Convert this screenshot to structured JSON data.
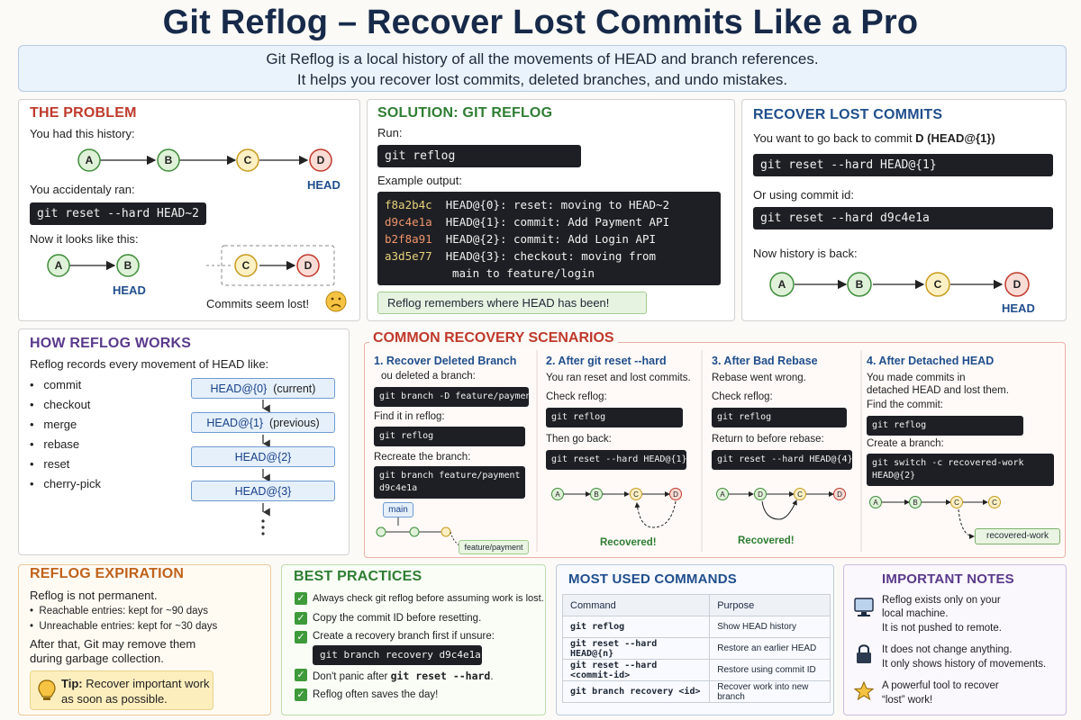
{
  "title": "Git Reflog – Recover Lost Commits Like a Pro",
  "intro": {
    "line1": "Git Reflog is a local history of all the movements of HEAD and branch references.",
    "line2": "It helps you recover lost commits, deleted branches, and undo mistakes."
  },
  "problem": {
    "heading": "THE PROBLEM",
    "had": "You had this history:",
    "ran": "You accidentaly ran:",
    "cmd": "git reset --hard HEAD~2",
    "now": "Now it looks like this:",
    "head": "HEAD",
    "lost": "Commits seem lost!",
    "nodes": [
      "A",
      "B",
      "C",
      "D"
    ]
  },
  "solution": {
    "heading": "SOLUTION: GIT REFLOG",
    "run": "Run:",
    "cmd": "git reflog",
    "example": "Example output:",
    "rows": [
      {
        "hash": "f8a2b4c",
        "text": "HEAD@{0}: reset: moving to HEAD~2"
      },
      {
        "hash": "d9c4e1a",
        "text": "HEAD@{1}: commit: Add Payment API"
      },
      {
        "hash": "b2f8a91",
        "text": "HEAD@{2}: commit: Add Login API"
      },
      {
        "hash": "a3d5e77",
        "text": "HEAD@{3}: checkout: moving from"
      }
    ],
    "cont": "main to feature/login",
    "note": "Reflog remembers where HEAD has been!"
  },
  "recover": {
    "heading": "RECOVER LOST COMMITS",
    "want_pre": "You want to go back to commit ",
    "want_bold": "D (HEAD@{1})",
    "cmd1": "git reset --hard HEAD@{1}",
    "or": "Or using commit id:",
    "cmd2": "git reset --hard d9c4e1a",
    "back": "Now history is back:",
    "head": "HEAD"
  },
  "how": {
    "heading": "HOW REFLOG WORKS",
    "intro": "Reflog records every movement of HEAD like:",
    "items": [
      "commit",
      "checkout",
      "merge",
      "rebase",
      "reset",
      "cherry-pick"
    ],
    "refs": [
      "HEAD@{0}",
      "HEAD@{1}",
      "HEAD@{2}",
      "HEAD@{3}"
    ],
    "current": "(current)",
    "previous": "(previous)"
  },
  "scenarios": {
    "heading": "COMMON RECOVERY SCENARIOS",
    "s1": {
      "title": "1. Recover Deleted Branch",
      "sub": "ou deleted a branch:",
      "cmd1": "git branch -D feature/payment",
      "find": "Find it in reflog:",
      "cmd2": "git reflog",
      "recreate": "Recreate the branch:",
      "cmd3": "git branch feature/payment\nd9c4e1a",
      "main": "main",
      "branch": "feature/payment"
    },
    "s2": {
      "title": "2. After git reset --hard",
      "sub": "You ran reset and lost commits.",
      "check": "Check reflog:",
      "cmd1": "git reflog",
      "then": "Then go back:",
      "cmd2": "git reset --hard HEAD@{1}",
      "recovered": "Recovered!"
    },
    "s3": {
      "title": "3. After Bad Rebase",
      "sub": "Rebase went wrong.",
      "check": "Check reflog:",
      "cmd1": "git reflog",
      "ret": "Return to before rebase:",
      "cmd2": "git reset --hard HEAD@{4}",
      "recovered": "Recovered!"
    },
    "s4": {
      "title": "4. After Detached HEAD",
      "sub1": "You made commits in",
      "sub2": "detached HEAD and lost them.",
      "find": "Find the commit:",
      "cmd1": "git reflog",
      "create": "Create a branch:",
      "cmd2": "git switch -c recovered-work\nHEAD@{2}",
      "branch": "recovered-work"
    }
  },
  "expiration": {
    "heading": "REFLOG EXPIRATION",
    "line1": "Reflog is not permanent.",
    "b1": "Reachable entries: kept for ~90 days",
    "b2": "Unreachable entries: kept for ~30 days",
    "after1": "After that, Git may remove them",
    "after2": "during garbage collection.",
    "tip_label": "Tip:",
    "tip1": "Recover important work",
    "tip2": "as soon as possible."
  },
  "best": {
    "heading": "BEST PRACTICES",
    "items": [
      "Always check git reflog before assuming work is lost.",
      "Copy the commit ID before resetting.",
      "Create a recovery branch first if unsure:"
    ],
    "cmd": "git branch recovery d9c4e1a",
    "item4_pre": "Don't panic after ",
    "item4_code": "git reset --hard",
    "item4_post": ".",
    "item5": "Reflog often saves the day!"
  },
  "commands": {
    "heading": "MOST USED COMMANDS",
    "col1": "Command",
    "col2": "Purpose",
    "rows": [
      {
        "c": "git reflog",
        "p": "Show HEAD history"
      },
      {
        "c": "git reset --hard HEAD@{n}",
        "p": "Restore an earlier HEAD"
      },
      {
        "c": "git reset --hard <commit-id>",
        "p": "Restore using commit ID"
      },
      {
        "c": "git branch recovery <id>",
        "p": "Recover work into new branch"
      }
    ]
  },
  "notes": {
    "heading": "IMPORTANT NOTES",
    "n1a": "Reflog exists only on your",
    "n1b": "local machine.",
    "n1c": "It is not pushed to remote.",
    "n2a": "It does not change anything.",
    "n2b": "It only shows history of movements.",
    "n3a": "A powerful tool to recover",
    "n3b": "“lost” work!"
  },
  "colors": {
    "red": "#c0392b",
    "green": "#2e7d32",
    "blue": "#1f4e8c",
    "purple": "#5a3a8c",
    "orange": "#c0621b",
    "navy": "#172a4a"
  }
}
